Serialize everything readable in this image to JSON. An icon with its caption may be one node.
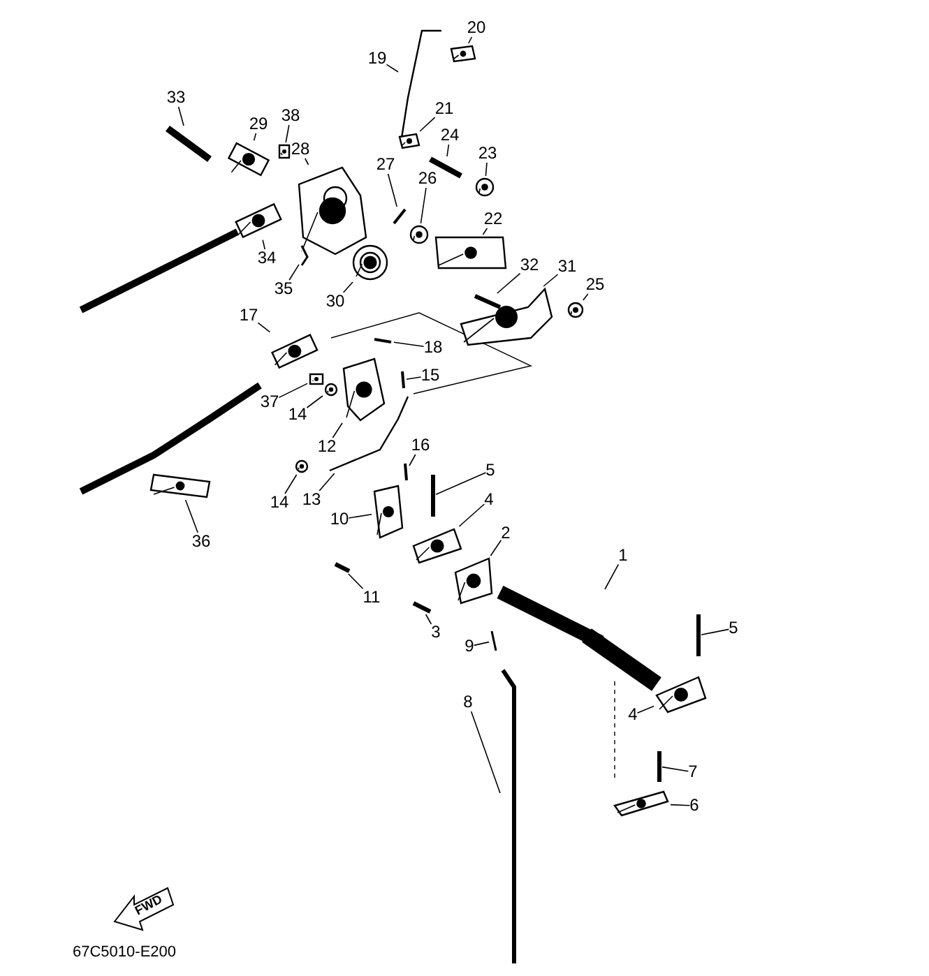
{
  "diagram": {
    "nodes": [
      {
        "text": [
          "20"
        ]
      },
      {
        "text": [
          "19"
        ]
      },
      {
        "text": [
          "33"
        ]
      },
      {
        "text": [
          "21"
        ]
      },
      {
        "text": [
          "38"
        ]
      },
      {
        "text": [
          "29"
        ]
      },
      {
        "text": [
          "24"
        ]
      },
      {
        "text": [
          "28"
        ]
      },
      {
        "text": [
          "23"
        ]
      },
      {
        "text": [
          "27"
        ]
      },
      {
        "text": [
          "26"
        ]
      },
      {
        "text": [
          "22"
        ]
      },
      {
        "text": [
          "34"
        ]
      },
      {
        "text": [
          "32"
        ]
      },
      {
        "text": [
          "31"
        ]
      },
      {
        "text": [
          "35"
        ]
      },
      {
        "text": [
          "30"
        ]
      },
      {
        "text": [
          "25"
        ]
      },
      {
        "text": [
          "17"
        ]
      },
      {
        "text": [
          "18"
        ]
      },
      {
        "text": [
          "15"
        ]
      },
      {
        "text": [
          "37"
        ]
      },
      {
        "text": [
          "14"
        ]
      },
      {
        "text": [
          "12"
        ]
      },
      {
        "text": [
          "16"
        ]
      },
      {
        "text": [
          "5"
        ]
      },
      {
        "text": [
          "14"
        ]
      },
      {
        "text": [
          "13"
        ]
      },
      {
        "text": [
          "4"
        ]
      },
      {
        "text": [
          "10"
        ]
      },
      {
        "text": [
          "36"
        ]
      },
      {
        "text": [
          "2"
        ]
      },
      {
        "text": [
          "11"
        ]
      },
      {
        "text": [
          "1"
        ]
      },
      {
        "text": [
          "5"
        ]
      },
      {
        "text": [
          "3"
        ]
      },
      {
        "text": [
          "9"
        ]
      },
      {
        "text": [
          "8"
        ]
      },
      {
        "text": [
          "4"
        ]
      },
      {
        "text": [
          "7"
        ]
      },
      {
        "text": [
          "6"
        ]
      },
      {
        "text": [],
        "shape": "picture"
      },
      {
        "text": [],
        "shape": "picture"
      },
      {
        "text": [],
        "shape": "picture"
      },
      {
        "text": [],
        "shape": "picture"
      },
      {
        "text": [],
        "shape": "picture"
      },
      {
        "text": [],
        "shape": "picture"
      },
      {
        "text": [],
        "shape": "picture"
      },
      {
        "text": [],
        "shape": "picture"
      },
      {
        "text": [],
        "shape": "picture"
      },
      {
        "text": [],
        "shape": "picture"
      },
      {
        "text": [],
        "shape": "picture"
      },
      {
        "text": [],
        "shape": "picture"
      },
      {
        "text": [],
        "shape": "picture"
      },
      {
        "text": [],
        "shape": "picture"
      },
      {
        "text": [],
        "shape": "picture"
      },
      {
        "text": [],
        "shape": "picture"
      },
      {
        "text": [],
        "shape": "picture"
      },
      {
        "text": [],
        "shape": "picture"
      },
      {
        "text": [],
        "shape": "picture"
      },
      {
        "text": [],
        "shape": "picture"
      },
      {
        "text": [],
        "shape": "picture"
      },
      {
        "text": [],
        "shape": "picture"
      },
      {
        "text": [],
        "shape": "picture"
      },
      {
        "text": [],
        "shape": "picture"
      },
      {
        "text": [],
        "shape": "picture"
      },
      {
        "text": [],
        "shape": "picture"
      },
      {
        "text": [],
        "shape": "picture"
      },
      {
        "text": [],
        "shape": "picture"
      },
      {
        "text": [],
        "shape": "picture"
      },
      {
        "text": [],
        "shape": "picture"
      },
      {
        "text": [],
        "shape": "picture"
      },
      {
        "text": [],
        "shape": "picture"
      },
      {
        "text": [],
        "shape": "picture"
      },
      {
        "text": [],
        "shape": "picture"
      },
      {
        "text": [],
        "shape": "picture"
      },
      {
        "text": [],
        "shape": "picture"
      },
      {
        "text": [],
        "shape": "picture"
      },
      {
        "text": [],
        "shape": "picture"
      },
      {
        "text": [],
        "shape": "picture"
      },
      {
        "text": [],
        "shape": "picture"
      },
      {
        "text": [],
        "shape": "picture"
      }
    ],
    "edges": [
      {
        "from": 0,
        "to": 41,
        "arrow": "none"
      },
      {
        "from": 1,
        "to": 42,
        "arrow": "none"
      },
      {
        "from": 2,
        "to": 43,
        "arrow": "none"
      },
      {
        "from": 3,
        "to": 44,
        "arrow": "none"
      },
      {
        "from": 4,
        "to": 45,
        "arrow": "none"
      },
      {
        "from": 5,
        "to": 46,
        "arrow": "none"
      },
      {
        "from": 6,
        "to": 47,
        "arrow": "none"
      },
      {
        "from": 7,
        "to": 48,
        "arrow": "none"
      },
      {
        "from": 8,
        "to": 49,
        "arrow": "none"
      },
      {
        "from": 9,
        "to": 50,
        "arrow": "none"
      },
      {
        "from": 10,
        "to": 51,
        "arrow": "none"
      },
      {
        "from": 11,
        "to": 52,
        "arrow": "none"
      },
      {
        "from": 12,
        "to": 53,
        "arrow": "none"
      },
      {
        "from": 13,
        "to": 54,
        "arrow": "none"
      },
      {
        "from": 14,
        "to": 55,
        "arrow": "none"
      },
      {
        "from": 15,
        "to": 56,
        "arrow": "none"
      },
      {
        "from": 16,
        "to": 57,
        "arrow": "none"
      },
      {
        "from": 17,
        "to": 58,
        "arrow": "none"
      },
      {
        "from": 18,
        "to": 59,
        "arrow": "none"
      },
      {
        "from": 19,
        "to": 60,
        "arrow": "none"
      },
      {
        "from": 20,
        "to": 61,
        "arrow": "none"
      },
      {
        "from": 21,
        "to": 62,
        "arrow": "none"
      },
      {
        "from": 22,
        "to": 63,
        "arrow": "none"
      },
      {
        "from": 23,
        "to": 64,
        "arrow": "none"
      },
      {
        "from": 24,
        "to": 65,
        "arrow": "none"
      },
      {
        "from": 25,
        "to": 66,
        "arrow": "none"
      },
      {
        "from": 26,
        "to": 67,
        "arrow": "none"
      },
      {
        "from": 27,
        "to": 68,
        "arrow": "none"
      },
      {
        "from": 28,
        "to": 69,
        "arrow": "none"
      },
      {
        "from": 29,
        "to": 70,
        "arrow": "none"
      },
      {
        "from": 30,
        "to": 71,
        "arrow": "none"
      },
      {
        "from": 31,
        "to": 72,
        "arrow": "none"
      },
      {
        "from": 32,
        "to": 73,
        "arrow": "none"
      },
      {
        "from": 33,
        "to": 74,
        "arrow": "none"
      },
      {
        "from": 34,
        "to": 75,
        "arrow": "none"
      },
      {
        "from": 35,
        "to": 76,
        "arrow": "none"
      },
      {
        "from": 36,
        "to": 77,
        "arrow": "none"
      },
      {
        "from": 37,
        "to": 78,
        "arrow": "none"
      },
      {
        "from": 38,
        "to": 79,
        "arrow": "none"
      },
      {
        "from": 39,
        "to": 80,
        "arrow": "none"
      },
      {
        "from": 40,
        "to": 81,
        "arrow": "none"
      }
    ],
    "labels": [
      "FWD",
      "67C5010-E200"
    ]
  }
}
